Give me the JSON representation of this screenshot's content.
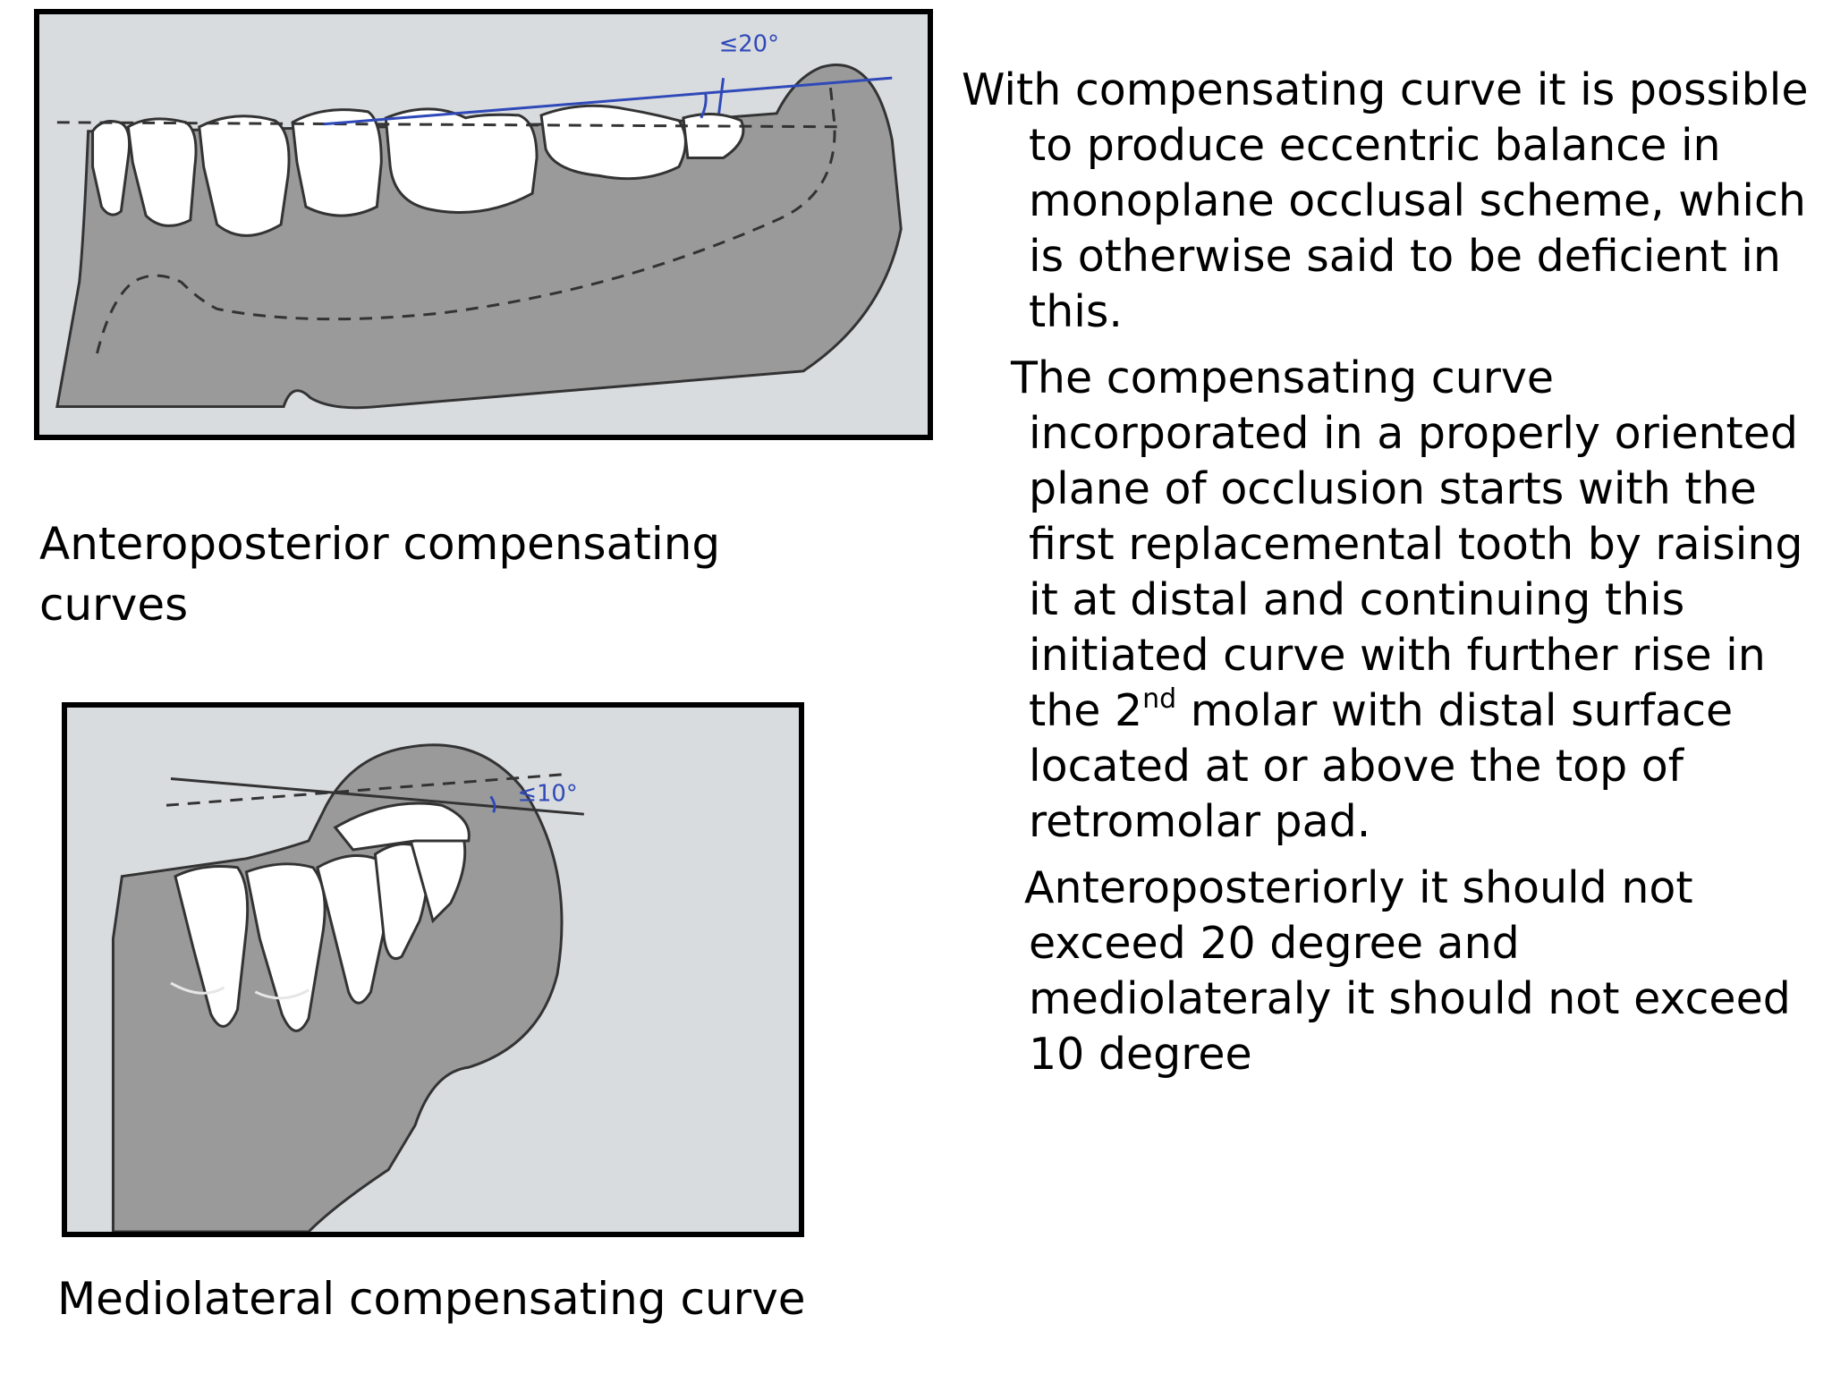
{
  "figure1": {
    "angle_label": "≤20°",
    "caption": "Anteroposterior compensating\ncurves"
  },
  "figure2": {
    "angle_label": "≤10°",
    "caption": "Mediolateral compensating curve"
  },
  "text": {
    "p1": "With compensating curve it is possible to produce eccentric balance in monoplane occlusal scheme, which is otherwise said to be deficient in this.",
    "p2_before_sup": "The compensating curve incorporated in a properly oriented plane of occlusion starts with the first replacemental tooth  by raising it at distal and continuing this initiated curve with further rise in the 2",
    "p2_sup": "nd",
    "p2_after_sup": " molar  with distal surface located at or above the top of retromolar pad.",
    "p3": "Anteroposteriorly it should not exceed 20 degree and mediolateraly it should not exceed 10 degree"
  },
  "colors": {
    "gum": "#9a9a9a",
    "paper": "#d9dcdf",
    "tooth": "#ffffff",
    "annotation": "#2f49b8"
  }
}
